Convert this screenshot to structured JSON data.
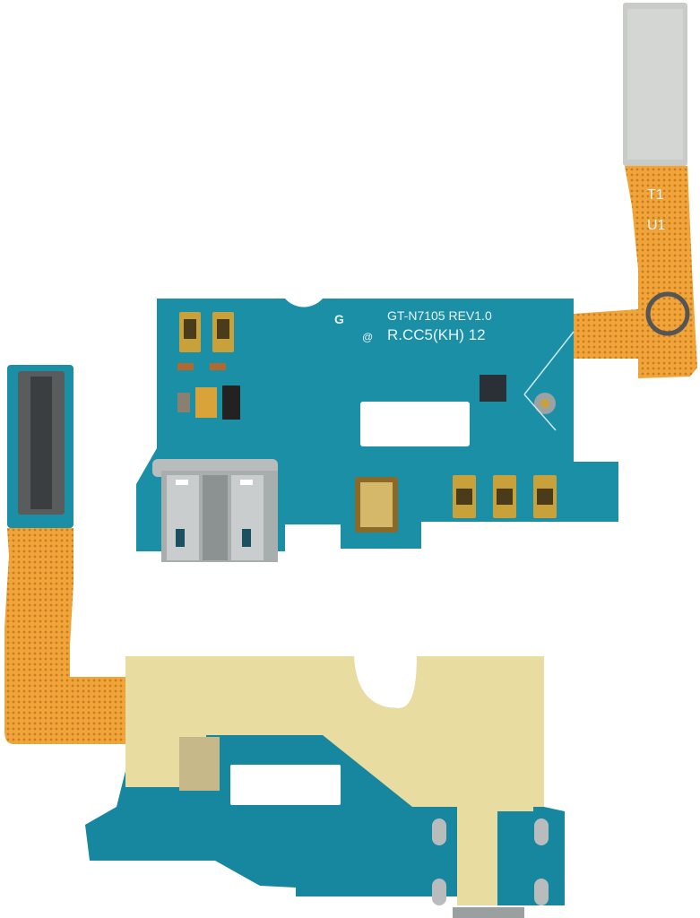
{
  "scene": {
    "subject": "Charging port flex cable board (front and back)",
    "background": "#ffffff"
  },
  "top_board": {
    "silkscreen_line1": "GT-N7105  REV1.0",
    "silkscreen_line2": "R.CC5(KH) 12",
    "logo_text": "G",
    "logo_at": "@",
    "flex_labels": [
      "T1",
      "U1"
    ],
    "colors": {
      "pcb": "#1b8fa6",
      "flex": "#f0a43a",
      "stiffener": "#c9cbc8",
      "gold": "#c9a13b"
    }
  },
  "bottom_board": {
    "colors": {
      "pcb": "#16879e",
      "gold_plating": "#e8dca0",
      "flex": "#f0a43a"
    }
  }
}
